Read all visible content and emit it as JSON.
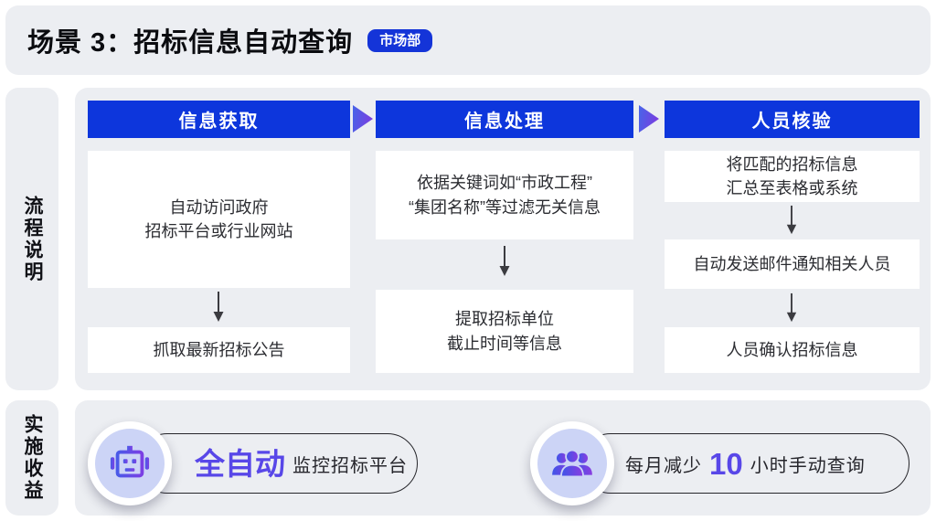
{
  "title": {
    "text": "场景 3：招标信息自动查询",
    "badge": "市场部"
  },
  "process": {
    "label": "流程说明",
    "columns": [
      {
        "header": "信息获取",
        "steps": [
          {
            "line1": "自动访问政府",
            "line2": "招标平台或行业网站"
          },
          {
            "line1": "抓取最新招标公告"
          }
        ]
      },
      {
        "header": "信息处理",
        "steps": [
          {
            "line1": "依据关键词如“市政工程”",
            "line2": "“集团名称”等过滤无关信息"
          },
          {
            "line1": "提取招标单位",
            "line2": "截止时间等信息"
          }
        ]
      },
      {
        "header": "人员核验",
        "steps": [
          {
            "line1": "将匹配的招标信息",
            "line2": "汇总至表格或系统"
          },
          {
            "line1": "自动发送邮件通知相关人员"
          },
          {
            "line1": "人员确认招标信息"
          }
        ]
      }
    ]
  },
  "benefits": {
    "label": "实施收益",
    "items": [
      {
        "icon": "robot-icon",
        "highlight": "全自动",
        "suffix": "监控招标平台"
      },
      {
        "icon": "people-icon",
        "prefix": "每月减少",
        "highlight": "10",
        "suffix": "小时手动查询"
      }
    ]
  },
  "colors": {
    "primary_blue": "#0d36dc",
    "panel_gray": "#eceef2",
    "highlight_purple": "#5847e8",
    "arrow_gradient_from": "#4a63e8",
    "arrow_gradient_to": "#7b3ce0",
    "icon_circle_bg": "#ccd4f6"
  }
}
